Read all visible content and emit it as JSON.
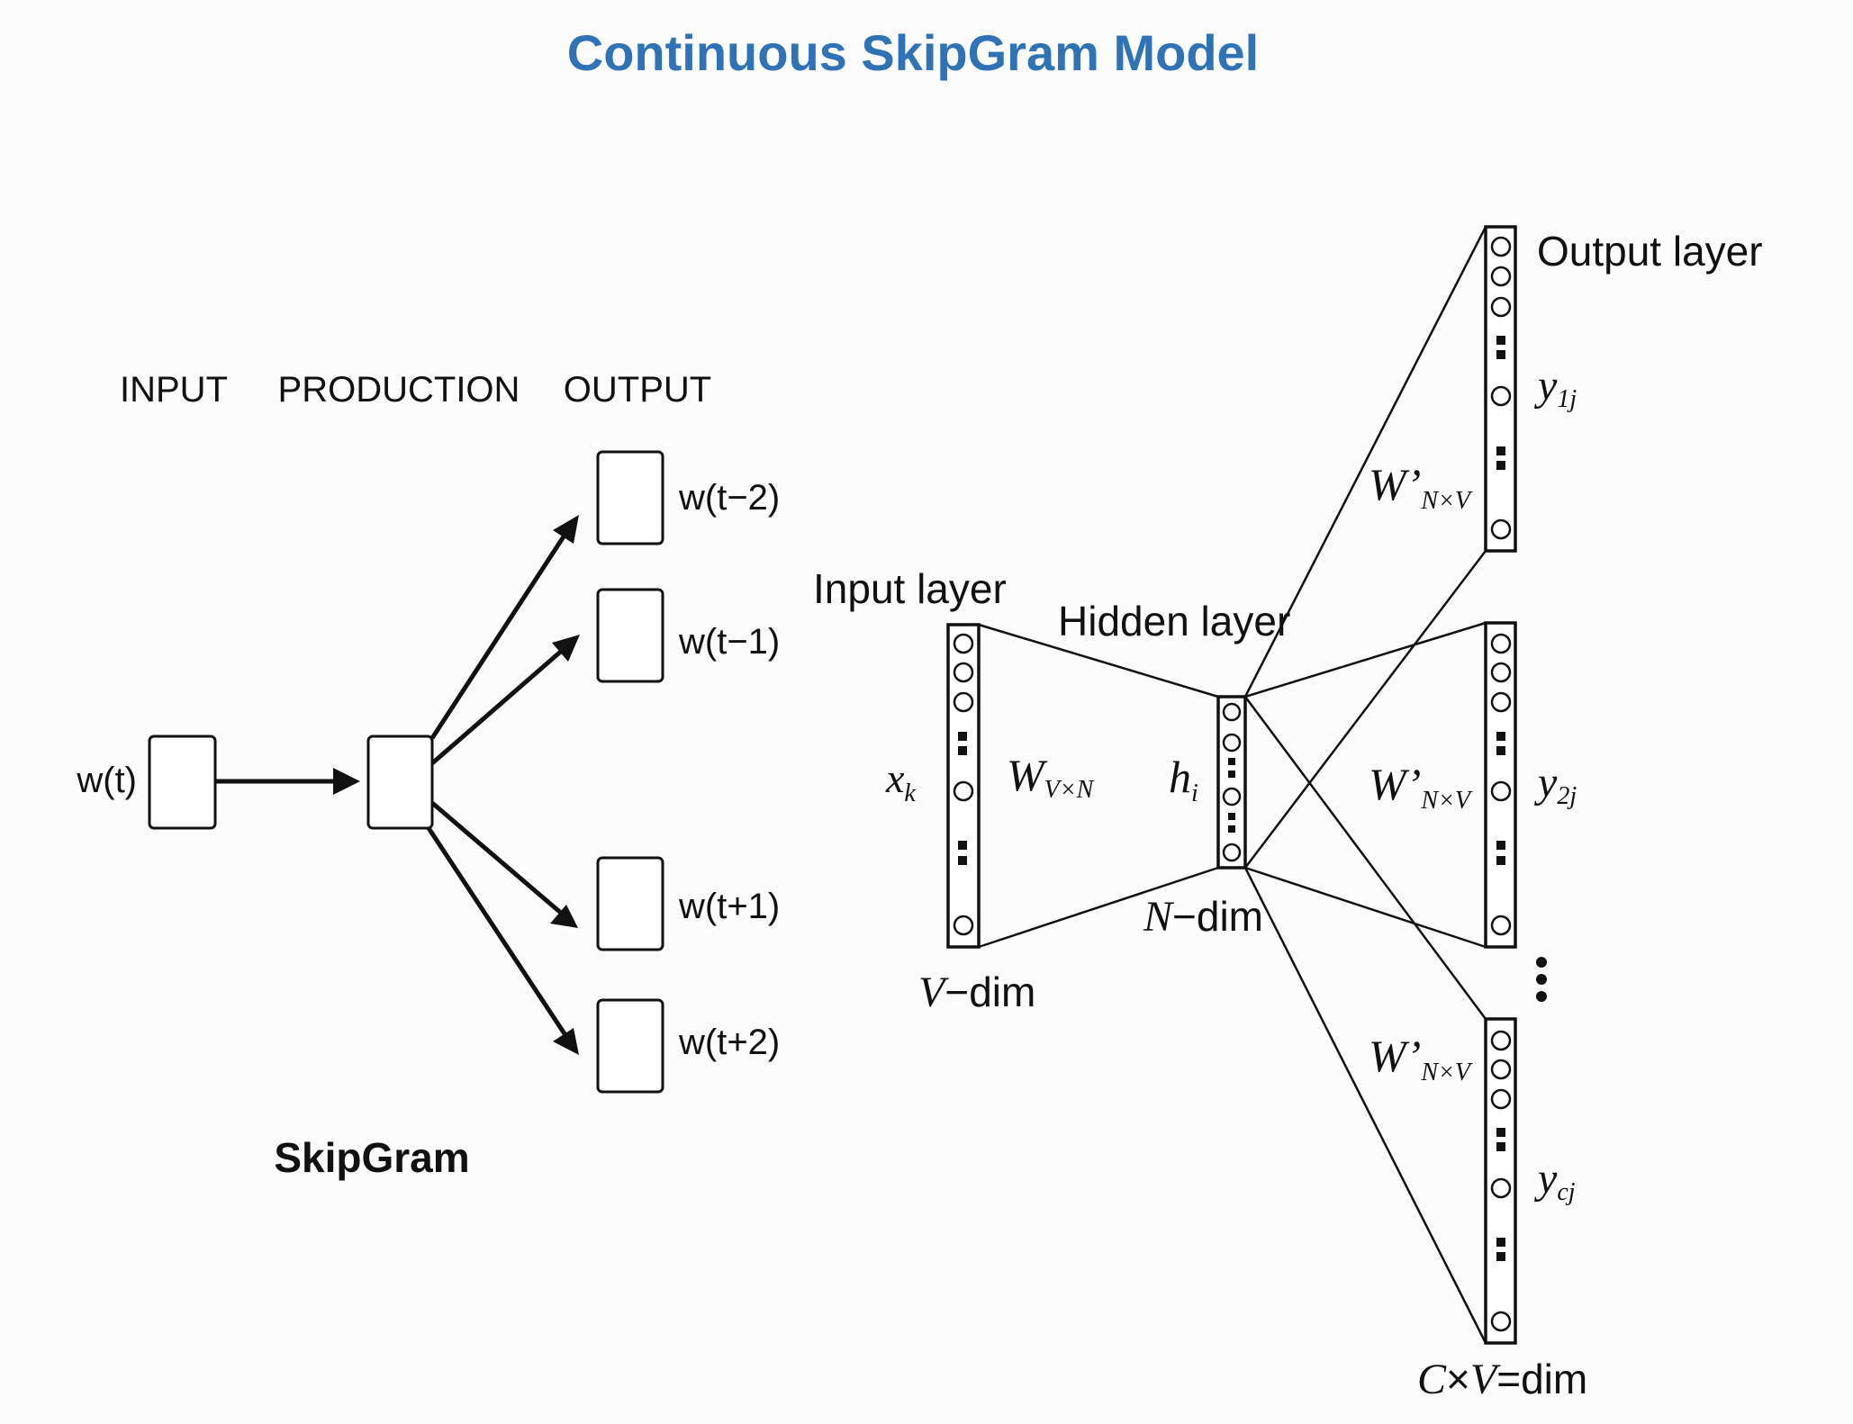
{
  "title": "Continuous SkipGram Model",
  "skipgram": {
    "col_input": "INPUT",
    "col_production": "PRODUCTION",
    "col_output": "OUTPUT",
    "input_word": "w(t)",
    "outputs": [
      "w(t−2)",
      "w(t−1)",
      "w(t+1)",
      "w(t+2)"
    ],
    "caption": "SkipGram"
  },
  "network": {
    "input_layer": "Input layer",
    "hidden_layer": "Hidden layer",
    "output_layer": "Output layer",
    "x_k": {
      "main": "x",
      "sub": "k"
    },
    "w_in": {
      "main": "W",
      "sub": "V×N"
    },
    "h_i": {
      "main": "h",
      "sub": "i"
    },
    "w_out": {
      "main": "W’",
      "sub": "N×V"
    },
    "y_labels": [
      {
        "main": "y",
        "sub": "1j"
      },
      {
        "main": "y",
        "sub": "2j"
      },
      {
        "main": "y",
        "sub": "cj"
      }
    ],
    "v_dim": {
      "var": "V",
      "rest": "−dim"
    },
    "n_dim": {
      "var": "N",
      "rest": "−dim"
    },
    "cv_dim": {
      "var1": "C",
      "op": "×",
      "var2": "V",
      "rest": "=dim"
    }
  }
}
